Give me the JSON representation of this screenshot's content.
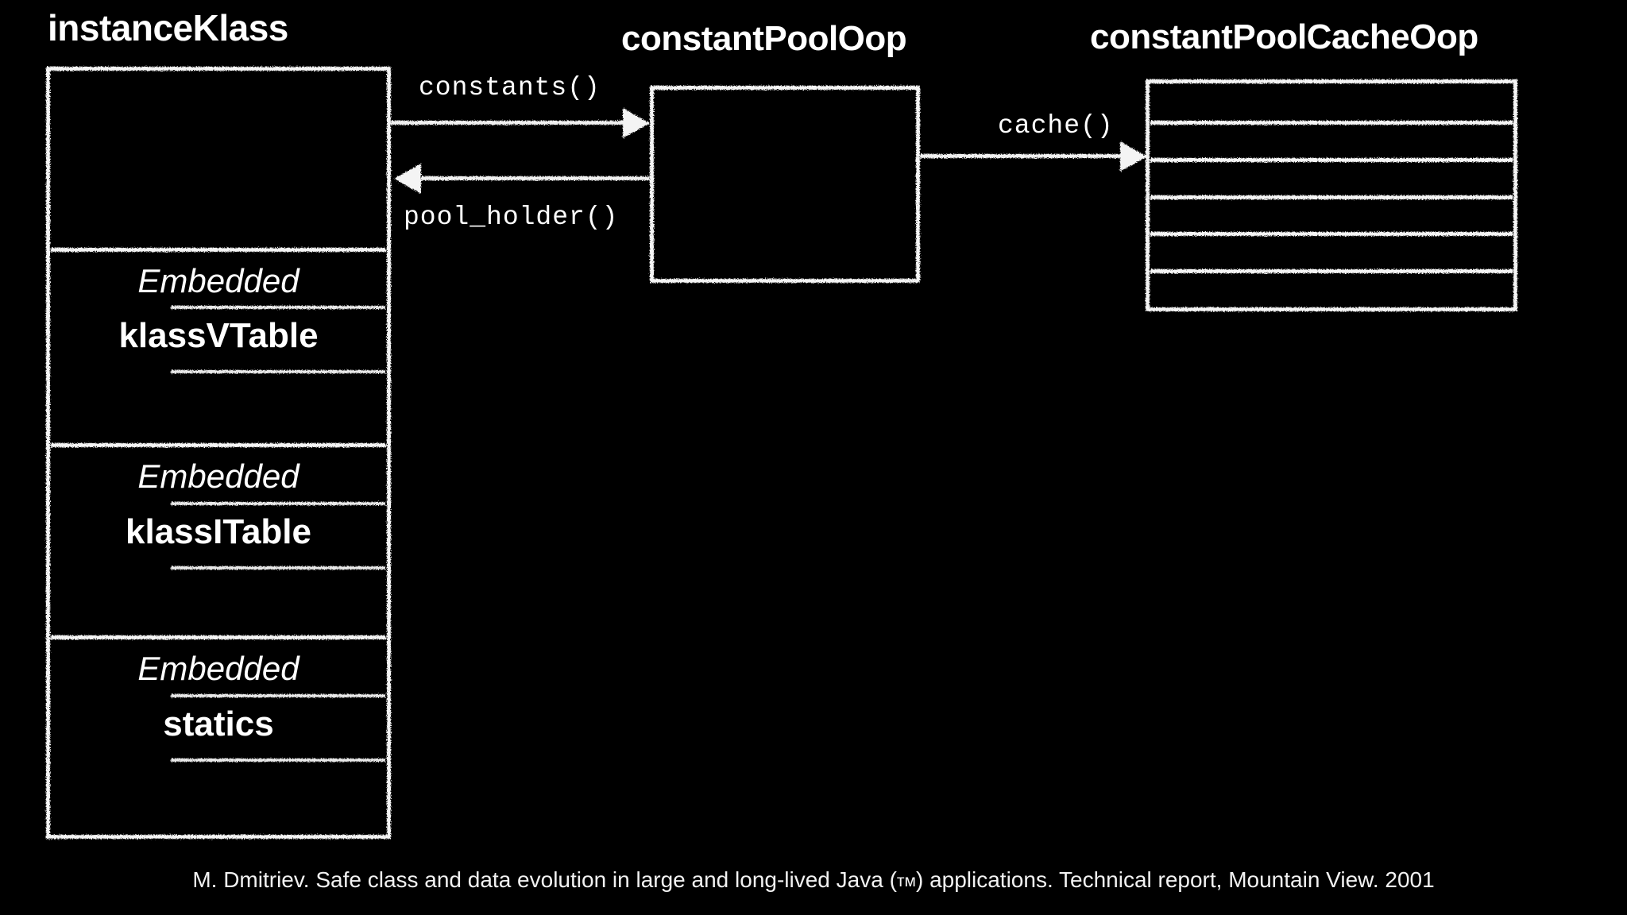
{
  "diagram": {
    "title_note": "JVM HotSpot class metadata object relationships",
    "background_color": "#000000",
    "stroke_color": "#f4f4f4"
  },
  "boxes": {
    "instance_klass": {
      "title": "instanceKlass",
      "sections": [
        {
          "embedded_label": "Embedded",
          "name": "klassVTable"
        },
        {
          "embedded_label": "Embedded",
          "name": "klassITable"
        },
        {
          "embedded_label": "Embedded",
          "name": "statics"
        }
      ]
    },
    "constant_pool": {
      "title": "constantPoolOop"
    },
    "constant_pool_cache": {
      "title": "constantPoolCacheOop",
      "row_count": 6
    }
  },
  "arrows": [
    {
      "id": "constants",
      "label": "constants()",
      "from": "instanceKlass",
      "to": "constantPoolOop",
      "direction": "right"
    },
    {
      "id": "pool_holder",
      "label": "pool_holder()",
      "from": "constantPoolOop",
      "to": "instanceKlass",
      "direction": "left"
    },
    {
      "id": "cache",
      "label": "cache()",
      "from": "constantPoolOop",
      "to": "constantPoolCacheOop",
      "direction": "right"
    }
  ],
  "footer": {
    "text_before": "M. Dmitriev. Safe class and data evolution in large and long-lived Java (",
    "tm": "тм",
    "text_after": ") applications. Technical report, Mountain View. 2001"
  }
}
